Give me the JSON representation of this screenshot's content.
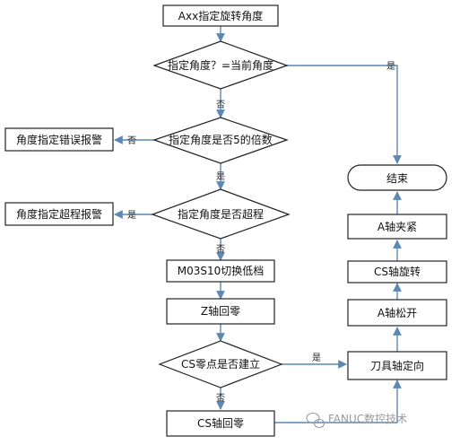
{
  "diagram": {
    "nodes": {
      "start": "Axx指定旋转角度",
      "check_equal": "指定角度？=当前角度",
      "check_multiple": "指定角度是否5的倍数",
      "error_alarm": "角度指定错误报警",
      "check_over": "指定角度是否超程",
      "over_alarm": "角度指定超程报警",
      "low_gear": "M03S10切换低档",
      "z_home": "Z轴回零",
      "check_cs_zero": "CS零点是否建立",
      "cs_home": "CS轴回零",
      "tool_orient": "刀具轴定向",
      "a_release": "A轴松开",
      "cs_rotate": "CS轴旋转",
      "a_clamp": "A轴夹紧",
      "end": "结束"
    },
    "labels": {
      "yes": "是",
      "no": "否"
    }
  },
  "watermark": {
    "text": "FANUC数控技术"
  },
  "colors": {
    "box_fill": "#ffffff",
    "box_stroke": "#222222",
    "arrow": "#5b89b4",
    "watermark": "#9a9a9a"
  }
}
